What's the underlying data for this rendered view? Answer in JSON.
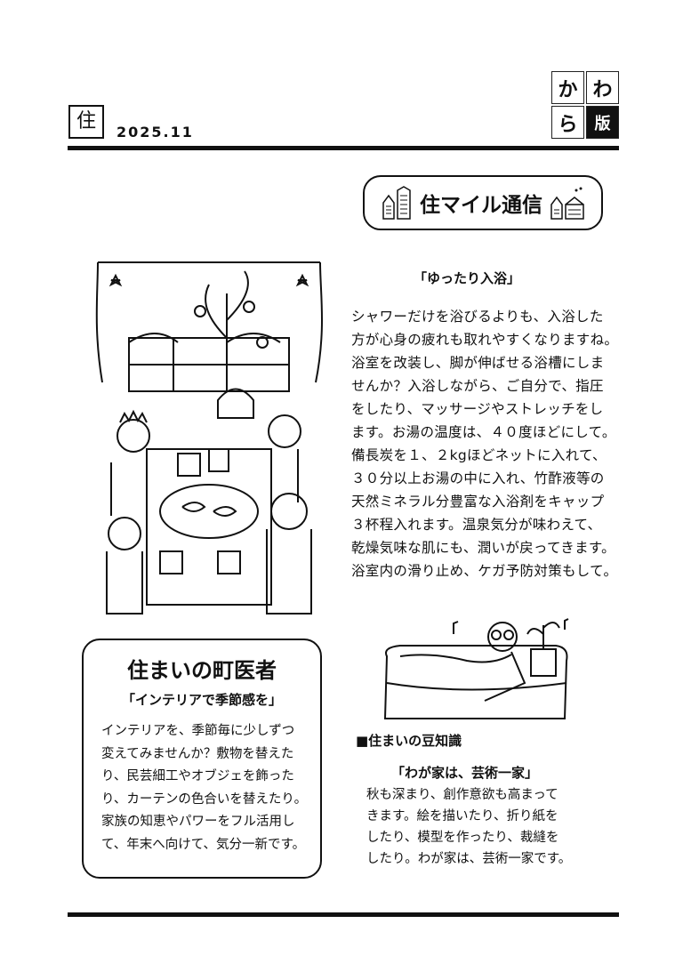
{
  "header": {
    "category_mark": "住",
    "issue_date": "2025.11",
    "logo_cells": [
      "か",
      "わ",
      "ら",
      "版"
    ]
  },
  "title": {
    "text": "住マイル通信"
  },
  "main_article": {
    "heading": "「ゆったり入浴」",
    "lines": [
      "シャワーだけを浴びるよりも、入浴した",
      "方が心身の疲れも取れやすくなりますね。",
      "浴室を改装し、脚が伸ばせる浴槽にしま",
      "せんか？入浴しながら、ご自分で、指圧",
      "をしたり、マッサージやストレッチをし",
      "ます。お湯の温度は、４０度ほどにして。",
      "備長炭を１、２kgほどネットに入れて、",
      "３０分以上お湯の中に入れ、竹酢液等の",
      "天然ミネラル分豊富な入浴剤をキャップ",
      "３杯程入れます。温泉気分が味わえて、",
      "乾燥気味な肌にも、潤いが戻ってきます。",
      "浴室内の滑り止め、ケガ予防対策もして。"
    ]
  },
  "doctor_box": {
    "title": "住まいの町医者",
    "heading": "「インテリアで季節感を」",
    "lines": [
      "インテリアを、季節毎に少しずつ",
      "変えてみませんか？敷物を替えた",
      "り、民芸細工やオブジェを飾った",
      "り、カーテンの色合いを替えたり。",
      "家族の知恵やパワーをフル活用し",
      "て、年末へ向けて、気分一新です。"
    ]
  },
  "tips": {
    "section_title": "■住まいの豆知識",
    "heading": "「わが家は、芸術一家」",
    "lines": [
      "秋も深まり、創作意欲も高まって",
      "きます。絵を描いたり、折り紙を",
      "したり、模型を作ったり、裁縫を",
      "したり。わが家は、芸術一家です。"
    ]
  }
}
